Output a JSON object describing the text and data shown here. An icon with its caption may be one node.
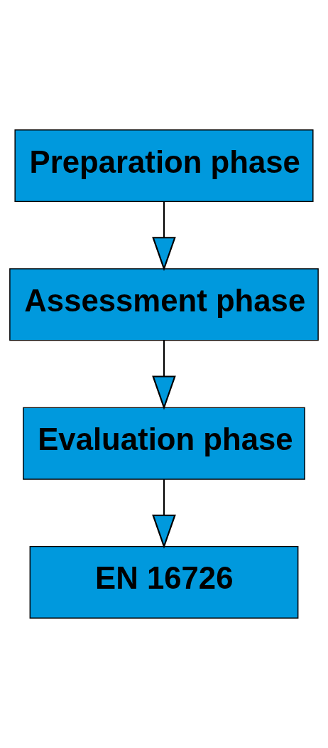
{
  "diagram": {
    "nodes": [
      {
        "text": [
          "Preparation phase"
        ]
      },
      {
        "text": [
          "Assessment phase"
        ]
      },
      {
        "text": [
          "Evaluation phase"
        ]
      },
      {
        "text": [
          "EN 16726"
        ]
      }
    ],
    "edges": [
      {
        "from": 0,
        "to": 1,
        "arrow": "to"
      },
      {
        "from": 1,
        "to": 2,
        "arrow": "to"
      },
      {
        "from": 2,
        "to": 3,
        "arrow": "to"
      }
    ]
  }
}
